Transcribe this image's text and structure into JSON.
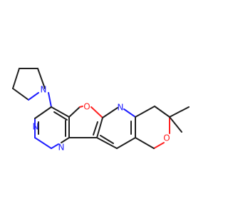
{
  "molecule": {
    "atoms": {
      "pyrrolidine_n": "N",
      "furan_o": "O",
      "pyridine_n": "N",
      "pyran_o": "O",
      "pyrimidine_n_upper": "N",
      "pyrimidine_n_lower": "N"
    },
    "colors": {
      "bond": "#202020",
      "nitrogen": "#2020ff",
      "oxygen": "#ff1f1f",
      "background": "#ffffff"
    }
  }
}
